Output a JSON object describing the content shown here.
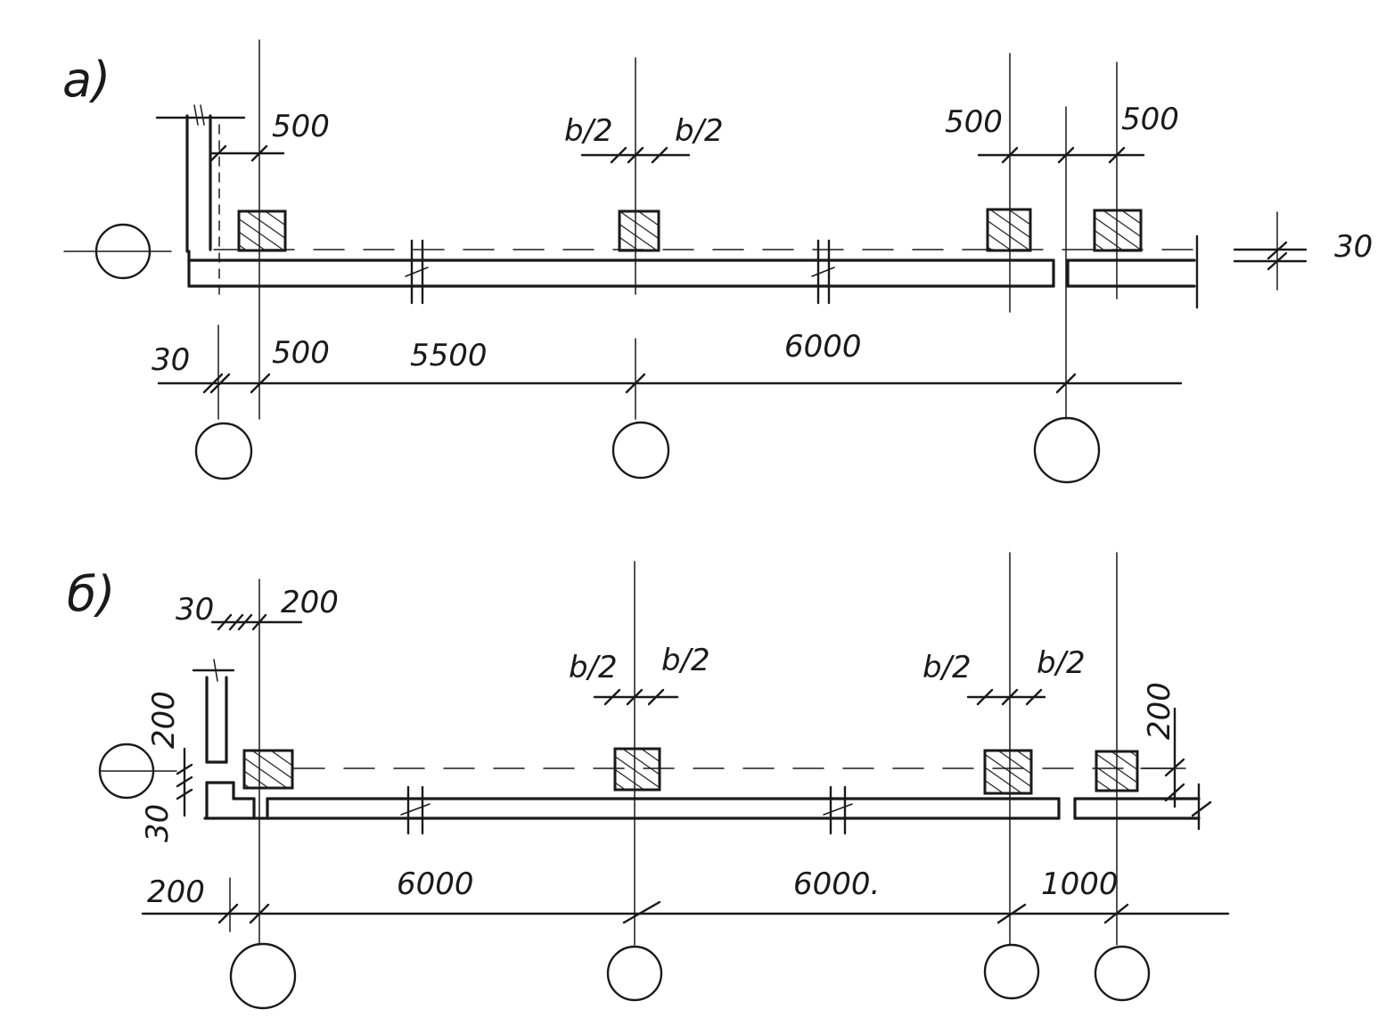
{
  "diagram_a": {
    "label": "a)",
    "dims_top": {
      "left_500": "500",
      "mid_left": "b/2",
      "mid_right": "b/2",
      "right_500_a": "500",
      "right_500_b": "500"
    },
    "dim_right": "30",
    "dims_bottom": {
      "d30": "30",
      "d500": "500",
      "d5500": "5500",
      "d6000": "6000"
    }
  },
  "diagram_b": {
    "label": "б)",
    "dims_top": {
      "d30": "30",
      "d200": "200",
      "mid_b1": "b/2",
      "mid_b2": "b/2",
      "right_b1": "b/2",
      "right_b2": "b/2"
    },
    "dims_left": {
      "d200": "200",
      "d30": "30"
    },
    "dim_right": "200",
    "dims_bottom": {
      "d200": "200",
      "d6000_a": "6000",
      "d6000_b": "6000.",
      "d1000": "1000"
    }
  }
}
